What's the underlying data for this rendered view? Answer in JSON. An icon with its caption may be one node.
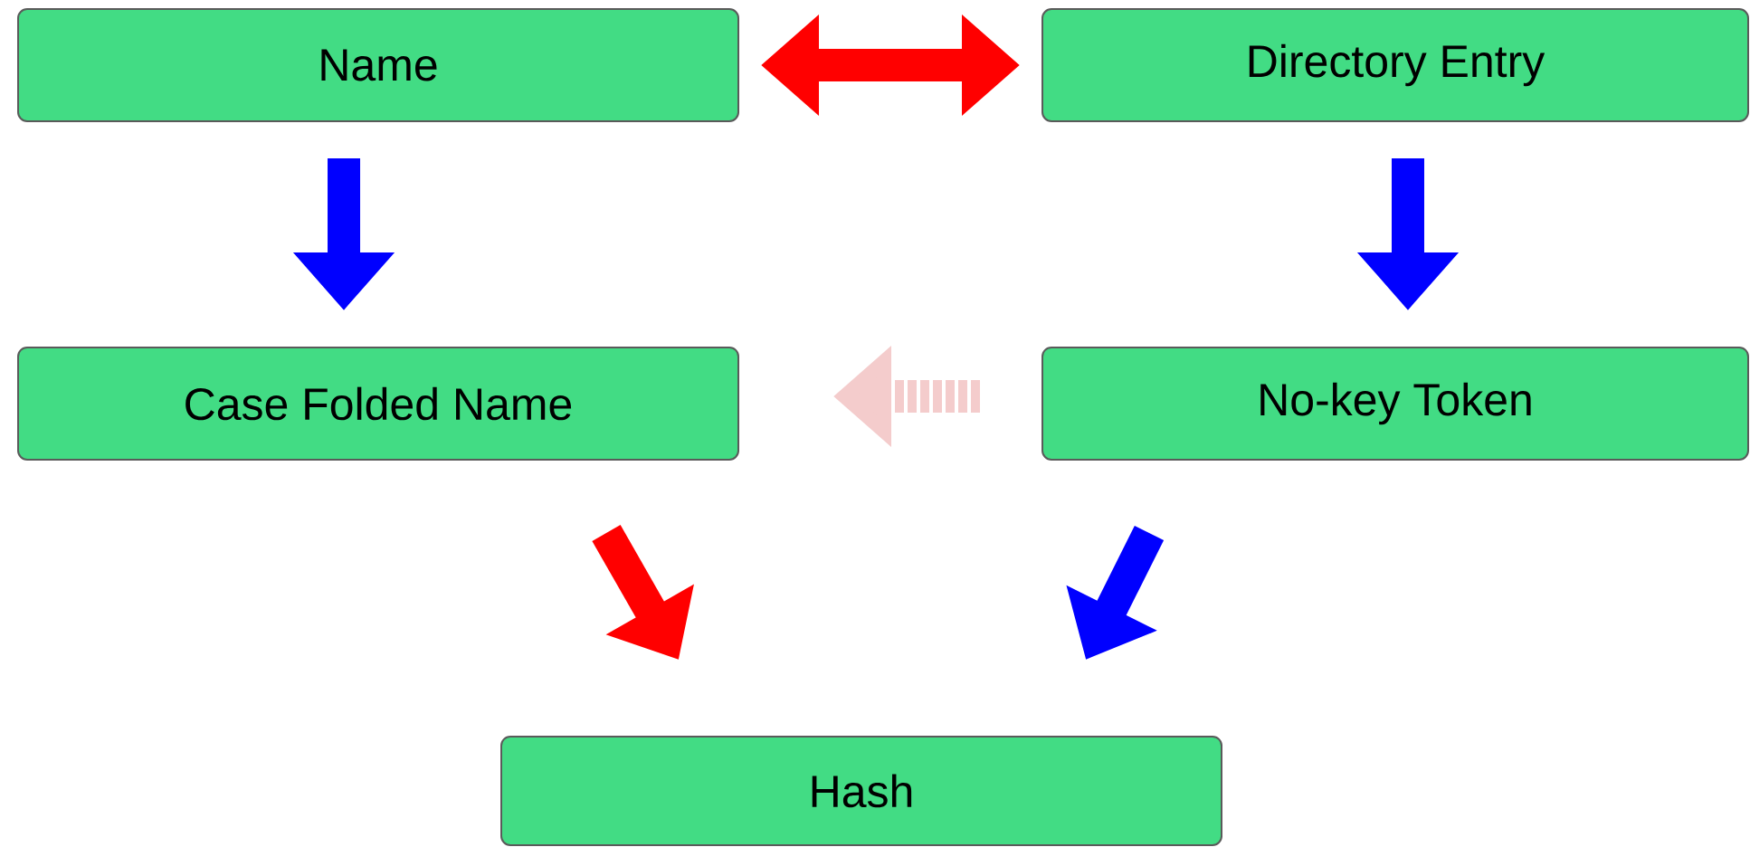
{
  "diagram": {
    "nodes": [
      {
        "text": [
          "Name"
        ]
      },
      {
        "text": [
          "Directory Entry"
        ]
      },
      {
        "text": [
          "Case Folded Name"
        ]
      },
      {
        "text": [
          "No-key Token"
        ]
      },
      {
        "text": [
          "Hash"
        ]
      }
    ],
    "edges": [
      {
        "from": 0,
        "to": 1,
        "arrow": "both",
        "color": "#ff0000"
      },
      {
        "from": 0,
        "to": 2,
        "arrow": "to"
      },
      {
        "from": 1,
        "to": 3,
        "arrow": "to"
      },
      {
        "from": 3,
        "to": 2,
        "arrow": "to",
        "style": "dashed",
        "color": "#f4cccc"
      },
      {
        "from": 2,
        "to": 4,
        "arrow": "to",
        "color": "#ff0000"
      },
      {
        "from": 3,
        "to": 4,
        "arrow": "to"
      }
    ]
  }
}
